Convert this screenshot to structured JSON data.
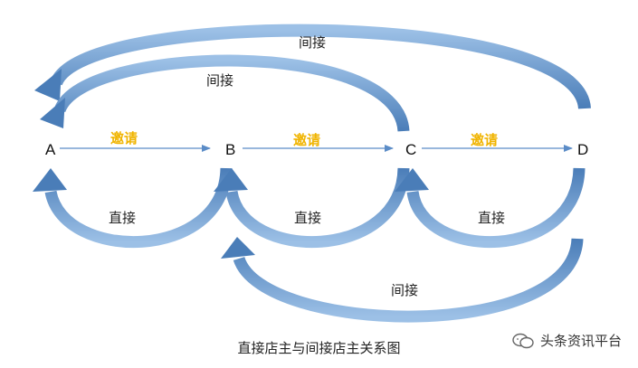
{
  "nodes": [
    "A",
    "B",
    "C",
    "D"
  ],
  "invite_label": "邀请",
  "direct_label": "直接",
  "indirect_label": "间接",
  "caption": "直接店主与间接店主关系图",
  "watermark": {
    "text": "头条资讯平台",
    "icon": "chat-bubble-icon"
  },
  "colors": {
    "arc_dark": "#4a7db8",
    "arc_light": "#9cc0e6",
    "invite_text": "#f0b400",
    "invite_line": "#5b8cc7"
  }
}
